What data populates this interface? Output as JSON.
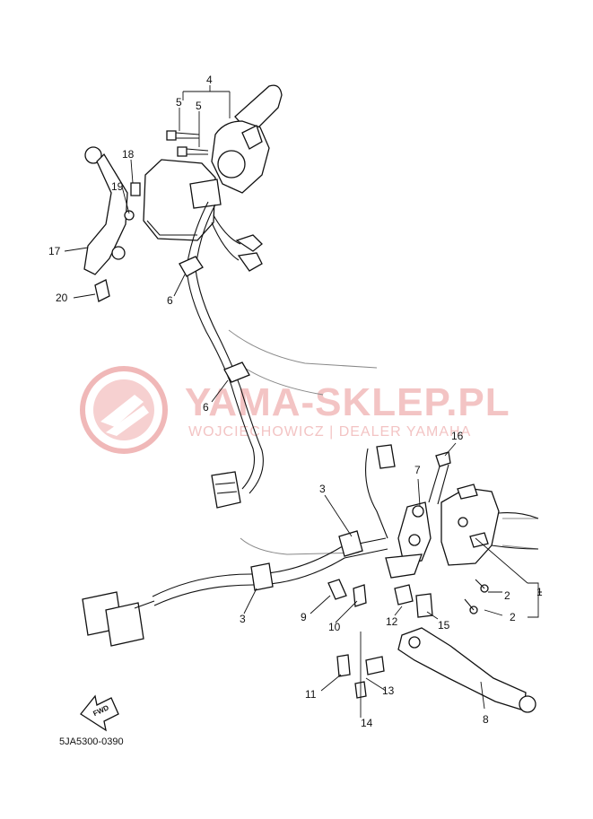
{
  "watermark": {
    "brand": "YAMA-SKLEP.PL",
    "dealer": "WOJCIECHOWICZ | DEALER YAMAHA",
    "logo_color": "#f0b8b8"
  },
  "diagram_code": "5JA5300-0390",
  "fwd_label": "FWD",
  "callouts": {
    "c1": "1",
    "c2a": "2",
    "c2b": "2",
    "c3a": "3",
    "c3b": "3",
    "c4": "4",
    "c5a": "5",
    "c5b": "5",
    "c6a": "6",
    "c6b": "6",
    "c7": "7",
    "c8": "8",
    "c9": "9",
    "c10": "10",
    "c11": "11",
    "c12": "12",
    "c13": "13",
    "c14": "14",
    "c15": "15",
    "c16": "16",
    "c17": "17",
    "c18": "18",
    "c19": "19",
    "c20": "20"
  }
}
